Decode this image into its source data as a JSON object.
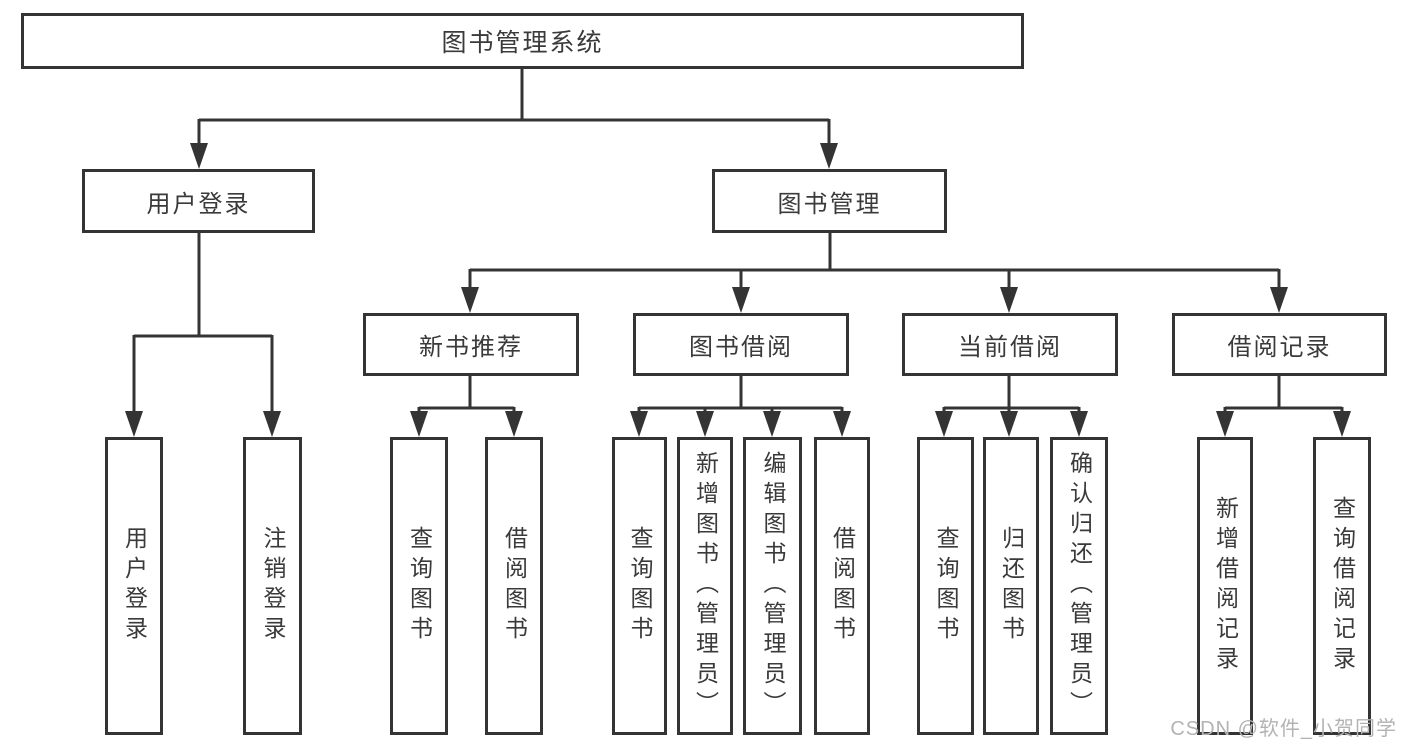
{
  "tree": {
    "label": "图书管理系统",
    "children": [
      {
        "label": "用户登录",
        "children": [
          {
            "label": "用户登录"
          },
          {
            "label": "注销登录"
          }
        ]
      },
      {
        "label": "图书管理",
        "children": [
          {
            "label": "新书推荐",
            "children": [
              {
                "label": "查询图书"
              },
              {
                "label": "借阅图书"
              }
            ]
          },
          {
            "label": "图书借阅",
            "children": [
              {
                "label": "查询图书"
              },
              {
                "label": "新增图书（管理员）"
              },
              {
                "label": "编辑图书（管理员）"
              },
              {
                "label": "借阅图书"
              }
            ]
          },
          {
            "label": "当前借阅",
            "children": [
              {
                "label": "查询图书"
              },
              {
                "label": "归还图书"
              },
              {
                "label": "确认归还（管理员）"
              }
            ]
          },
          {
            "label": "借阅记录",
            "children": [
              {
                "label": "新增借阅记录"
              },
              {
                "label": "查询借阅记录"
              }
            ]
          }
        ]
      }
    ]
  },
  "watermark": {
    "text": "CSDN @软件_小贺同学"
  },
  "colors": {
    "line": "#343434",
    "box_border": "#343434",
    "box_fill": "#ffffff",
    "text": "#3a3a3a",
    "watermark": "#b3b3b3",
    "background": "#ffffff"
  }
}
